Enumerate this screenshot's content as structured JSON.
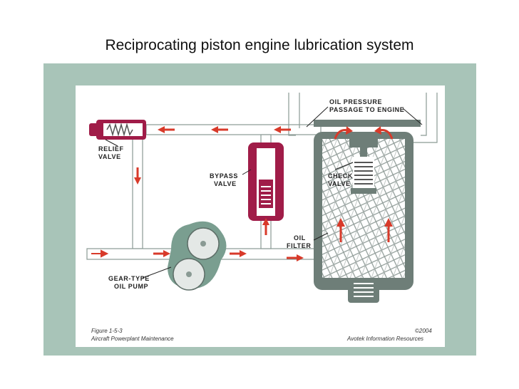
{
  "slide": {
    "title": "Reciprocating piston engine lubrication system"
  },
  "labels": {
    "oil_pressure_line1": "OIL PRESSURE",
    "oil_pressure_line2": "PASSAGE TO ENGINE",
    "relief_line1": "RELIEF",
    "relief_line2": "VALVE",
    "bypass_line1": "BYPASS",
    "bypass_line2": "VALVE",
    "check_line1": "CHECK",
    "check_line2": "VALVE",
    "filter_line1": "OIL",
    "filter_line2": "FILTER",
    "pump_line1": "GEAR-TYPE",
    "pump_line2": "OIL PUMP"
  },
  "caption": {
    "figure": "Figure 1-5-3",
    "source": "Aircraft Powerplant Maintenance",
    "copyright": "©2004",
    "publisher": "Avotek Information Resources"
  },
  "colors": {
    "frame": "#a8c4b8",
    "pipe_stroke": "#8a9a94",
    "arrow": "#d83a2a",
    "valve": "#a01c48",
    "pump": "#7a9e90",
    "filter_body": "#6e7e78"
  }
}
